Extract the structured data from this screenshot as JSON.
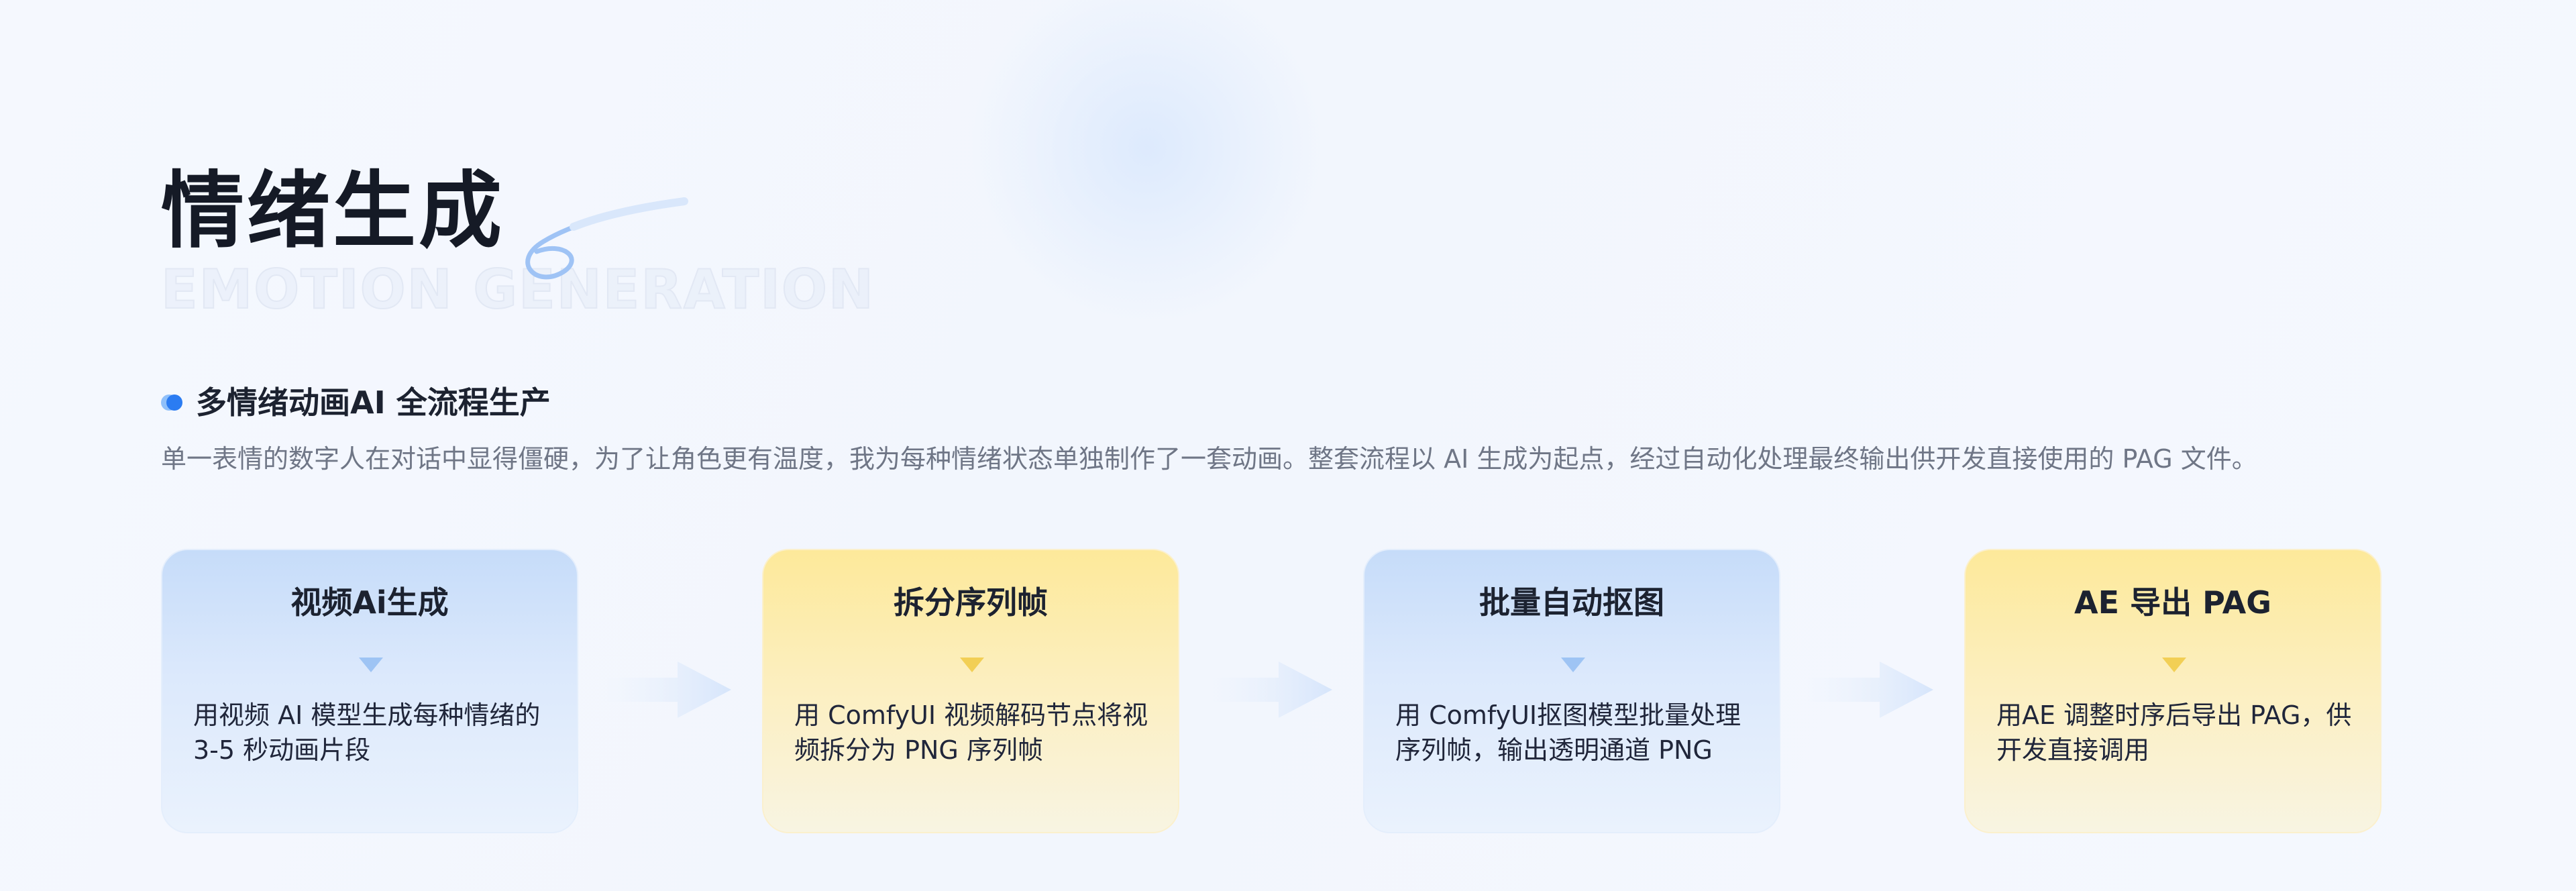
{
  "header": {
    "title": "情绪生成",
    "subtitle": "EMOTION GENERATION"
  },
  "section": {
    "title": "多情绪动画AI 全流程生产",
    "description": "单一表情的数字人在对话中显得僵硬，为了让角色更有温度，我为每种情绪状态单独制作了一套动画。整套流程以 AI 生成为起点，经过自动化处理最终输出供开发直接使用的 PAG 文件。"
  },
  "colors": {
    "accent_blue": "#2b7cf2",
    "card_blue": "#c6dcf9",
    "card_yellow": "#fde99a"
  },
  "steps": [
    {
      "title": "视频Ai生成",
      "text": "用视频 AI 模型生成每种情绪的 3-5 秒动画片段",
      "theme": "blue",
      "icon": "chevron-down-icon"
    },
    {
      "title": "拆分序列帧",
      "text": "用 ComfyUI 视频解码节点将视频拆分为 PNG 序列帧",
      "theme": "yellow",
      "icon": "chevron-down-icon"
    },
    {
      "title": "批量自动抠图",
      "text": "用 ComfyUI抠图模型批量处理序列帧，输出透明通道 PNG",
      "theme": "blue",
      "icon": "chevron-down-icon"
    },
    {
      "title": "AE 导出 PAG",
      "text": "用AE 调整时序后导出 PAG，供开发直接调用",
      "theme": "yellow",
      "icon": "chevron-down-icon"
    }
  ]
}
